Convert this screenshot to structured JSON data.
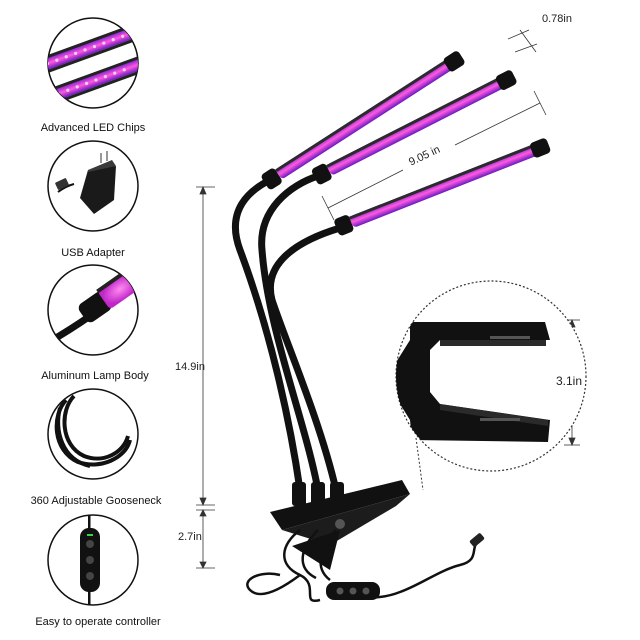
{
  "features": [
    {
      "key": "led",
      "label": "Advanced LED Chips",
      "icon": "led-chips-icon"
    },
    {
      "key": "usb",
      "label": "USB Adapter",
      "icon": "usb-adapter-icon"
    },
    {
      "key": "body",
      "label": "Aluminum Lamp Body",
      "icon": "lamp-body-icon"
    },
    {
      "key": "gooseneck",
      "label": "360 Adjustable Gooseneck",
      "icon": "gooseneck-icon"
    },
    {
      "key": "controller",
      "label": "Easy to operate controller",
      "icon": "controller-icon"
    }
  ],
  "dimensions": {
    "bar_width": "0.78in",
    "bar_length": "9.05 in",
    "gooseneck_height": "14.9in",
    "clip_height": "2.7in",
    "clip_opening": "3.1in"
  },
  "colors": {
    "led_purple": "#9b2bd6",
    "led_pink": "#ff4fd8",
    "metal": "#111111"
  }
}
